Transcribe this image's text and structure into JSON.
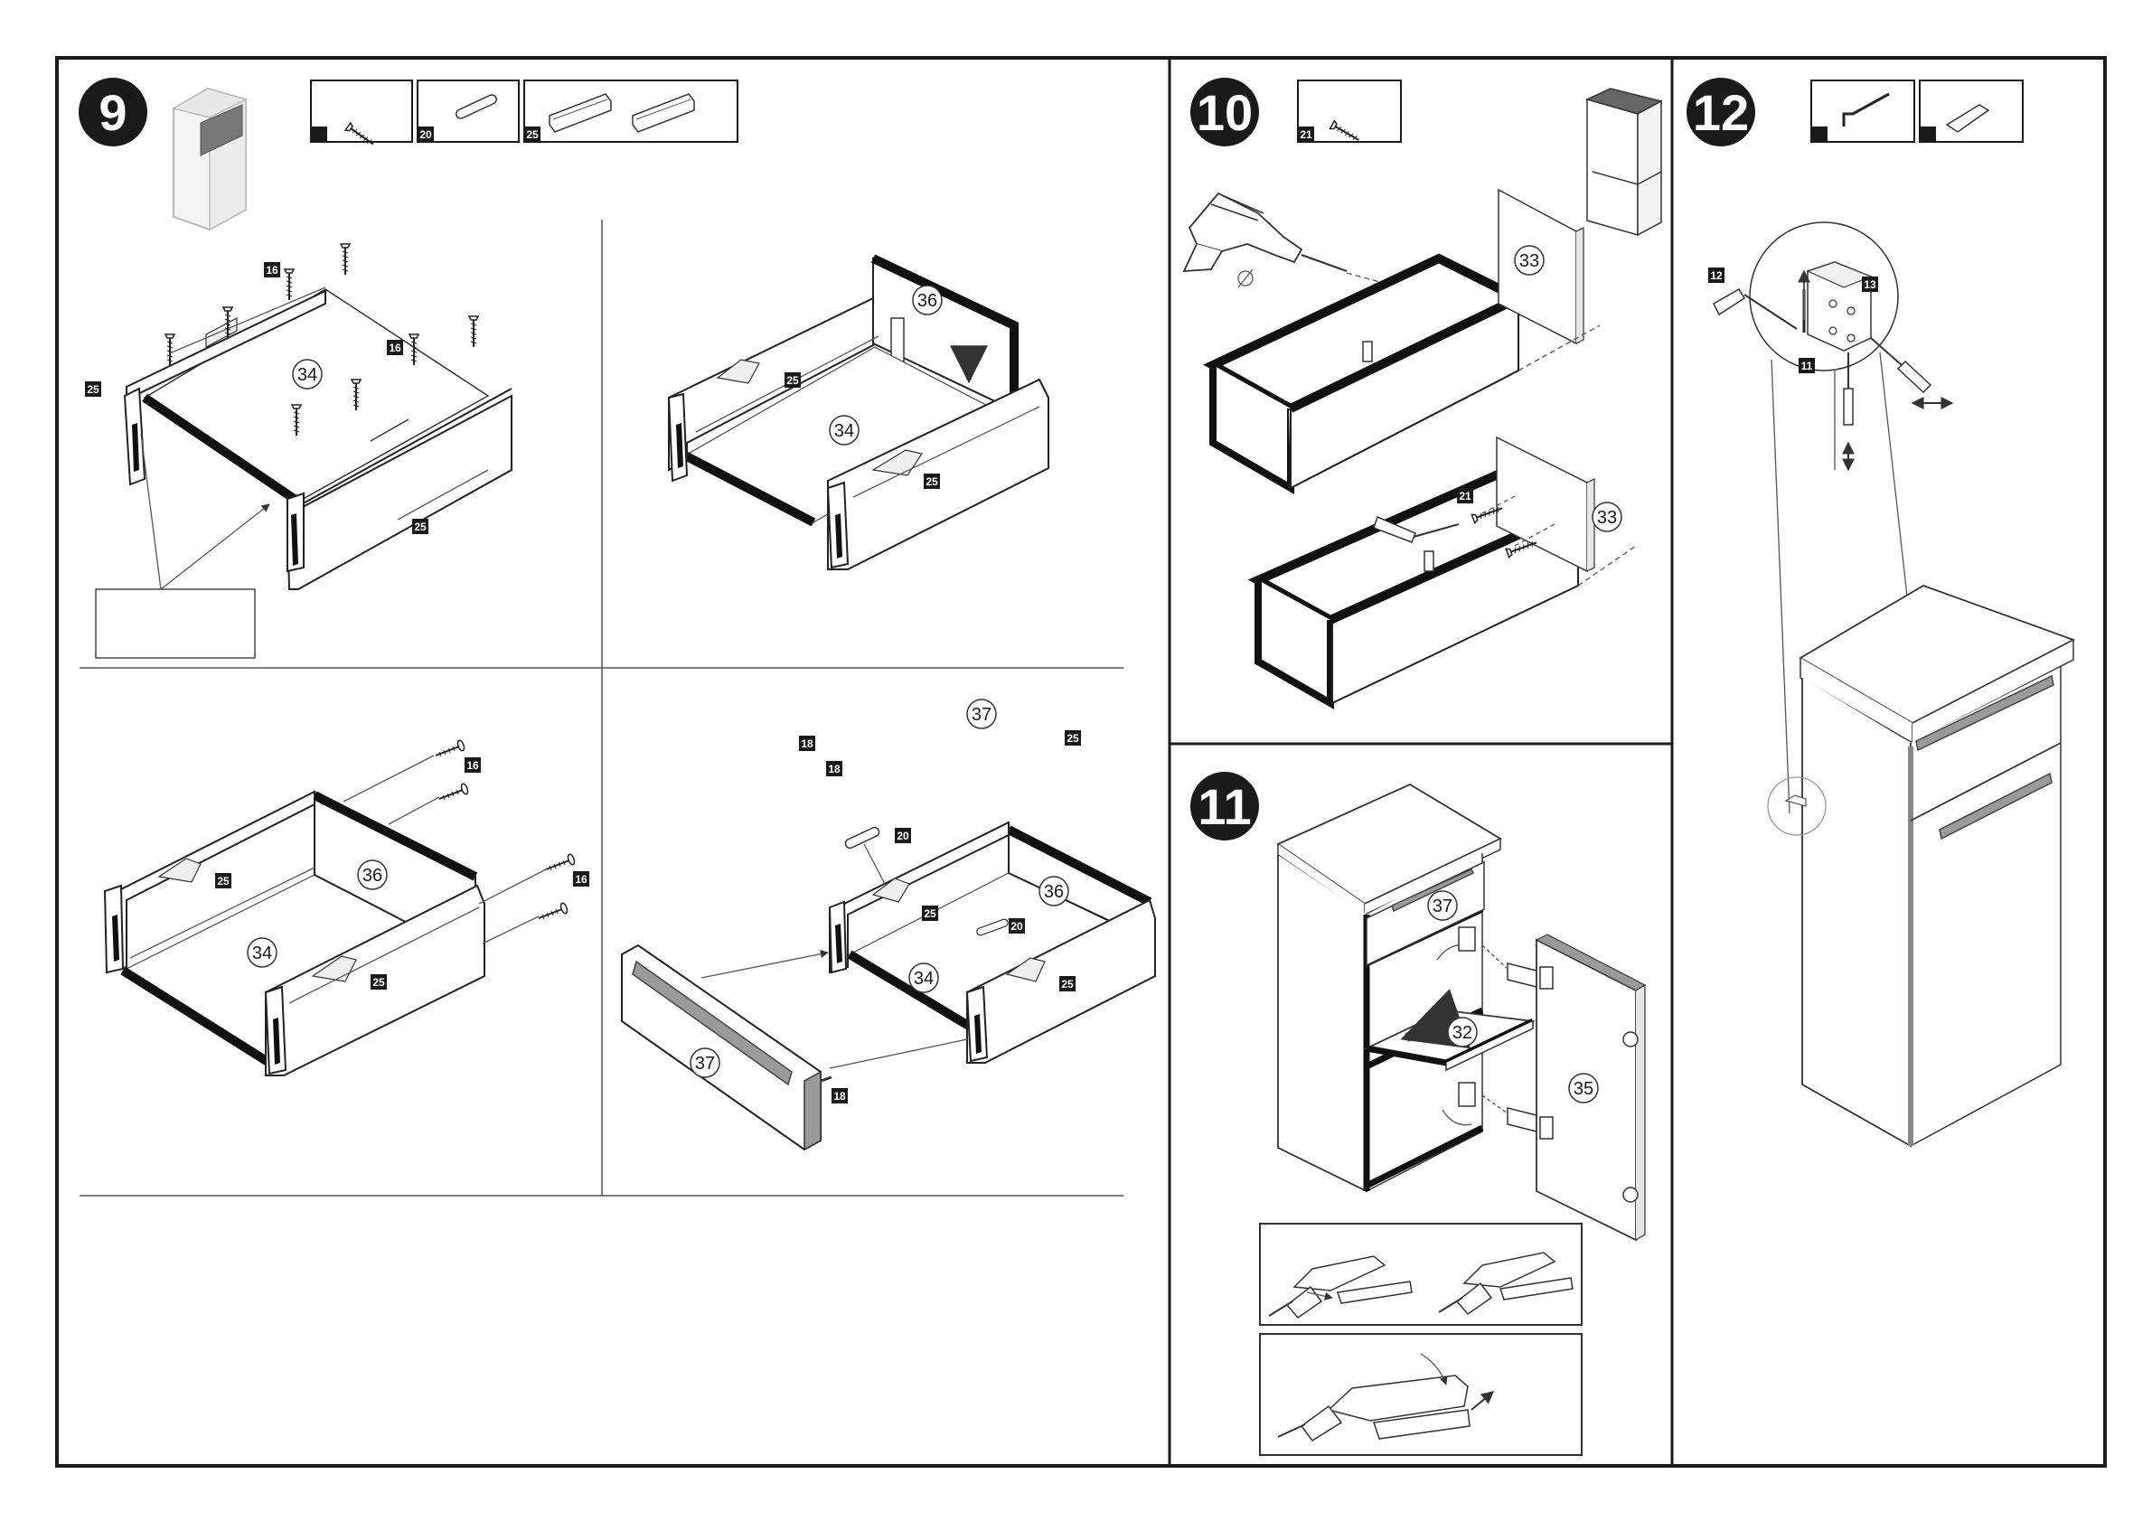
{
  "steps": {
    "s9": {
      "number": "9"
    },
    "s10": {
      "number": "10"
    },
    "s11": {
      "number": "11"
    },
    "s12": {
      "number": "12"
    }
  },
  "hardware_tags": {
    "s9_screw": "",
    "s9_dowel": "20",
    "s9_runner": "25",
    "s10_screw": "21",
    "s12_hook": "",
    "s12_plug": ""
  },
  "labels": {
    "p1_16a": "16",
    "p1_16b": "16",
    "p1_25a": "25",
    "p1_25b": "25",
    "p1_34": "34",
    "p2_36": "36",
    "p2_25a": "25",
    "p2_25b": "25",
    "p2_34": "34",
    "p3_16a": "16",
    "p3_16b": "16",
    "p3_25a": "25",
    "p3_25b": "25",
    "p3_36": "36",
    "p3_34": "34",
    "p4_37a": "37",
    "p4_18a": "18",
    "p4_18b": "18",
    "p4_25a": "25",
    "p4_20a": "20",
    "p4_20b": "20",
    "p4_25b": "25",
    "p4_25c": "25",
    "p4_36": "36",
    "p4_34": "34",
    "p4_37b": "37",
    "p4_18c": "18",
    "s10_33a": "33",
    "s10_33b": "33",
    "s10_21": "21",
    "s11_37": "37",
    "s11_32": "32",
    "s11_35": "35",
    "s12_12": "12",
    "s12_13": "13",
    "s12_11": "11"
  },
  "icons": [
    "screw-icon",
    "dowel-icon",
    "drawer-runner-icon",
    "drill-icon",
    "screwdriver-icon",
    "wall-plug-icon",
    "hook-icon",
    "hinge-icon",
    "cabinet-icon",
    "drawer-icon",
    "arrow-icon"
  ]
}
